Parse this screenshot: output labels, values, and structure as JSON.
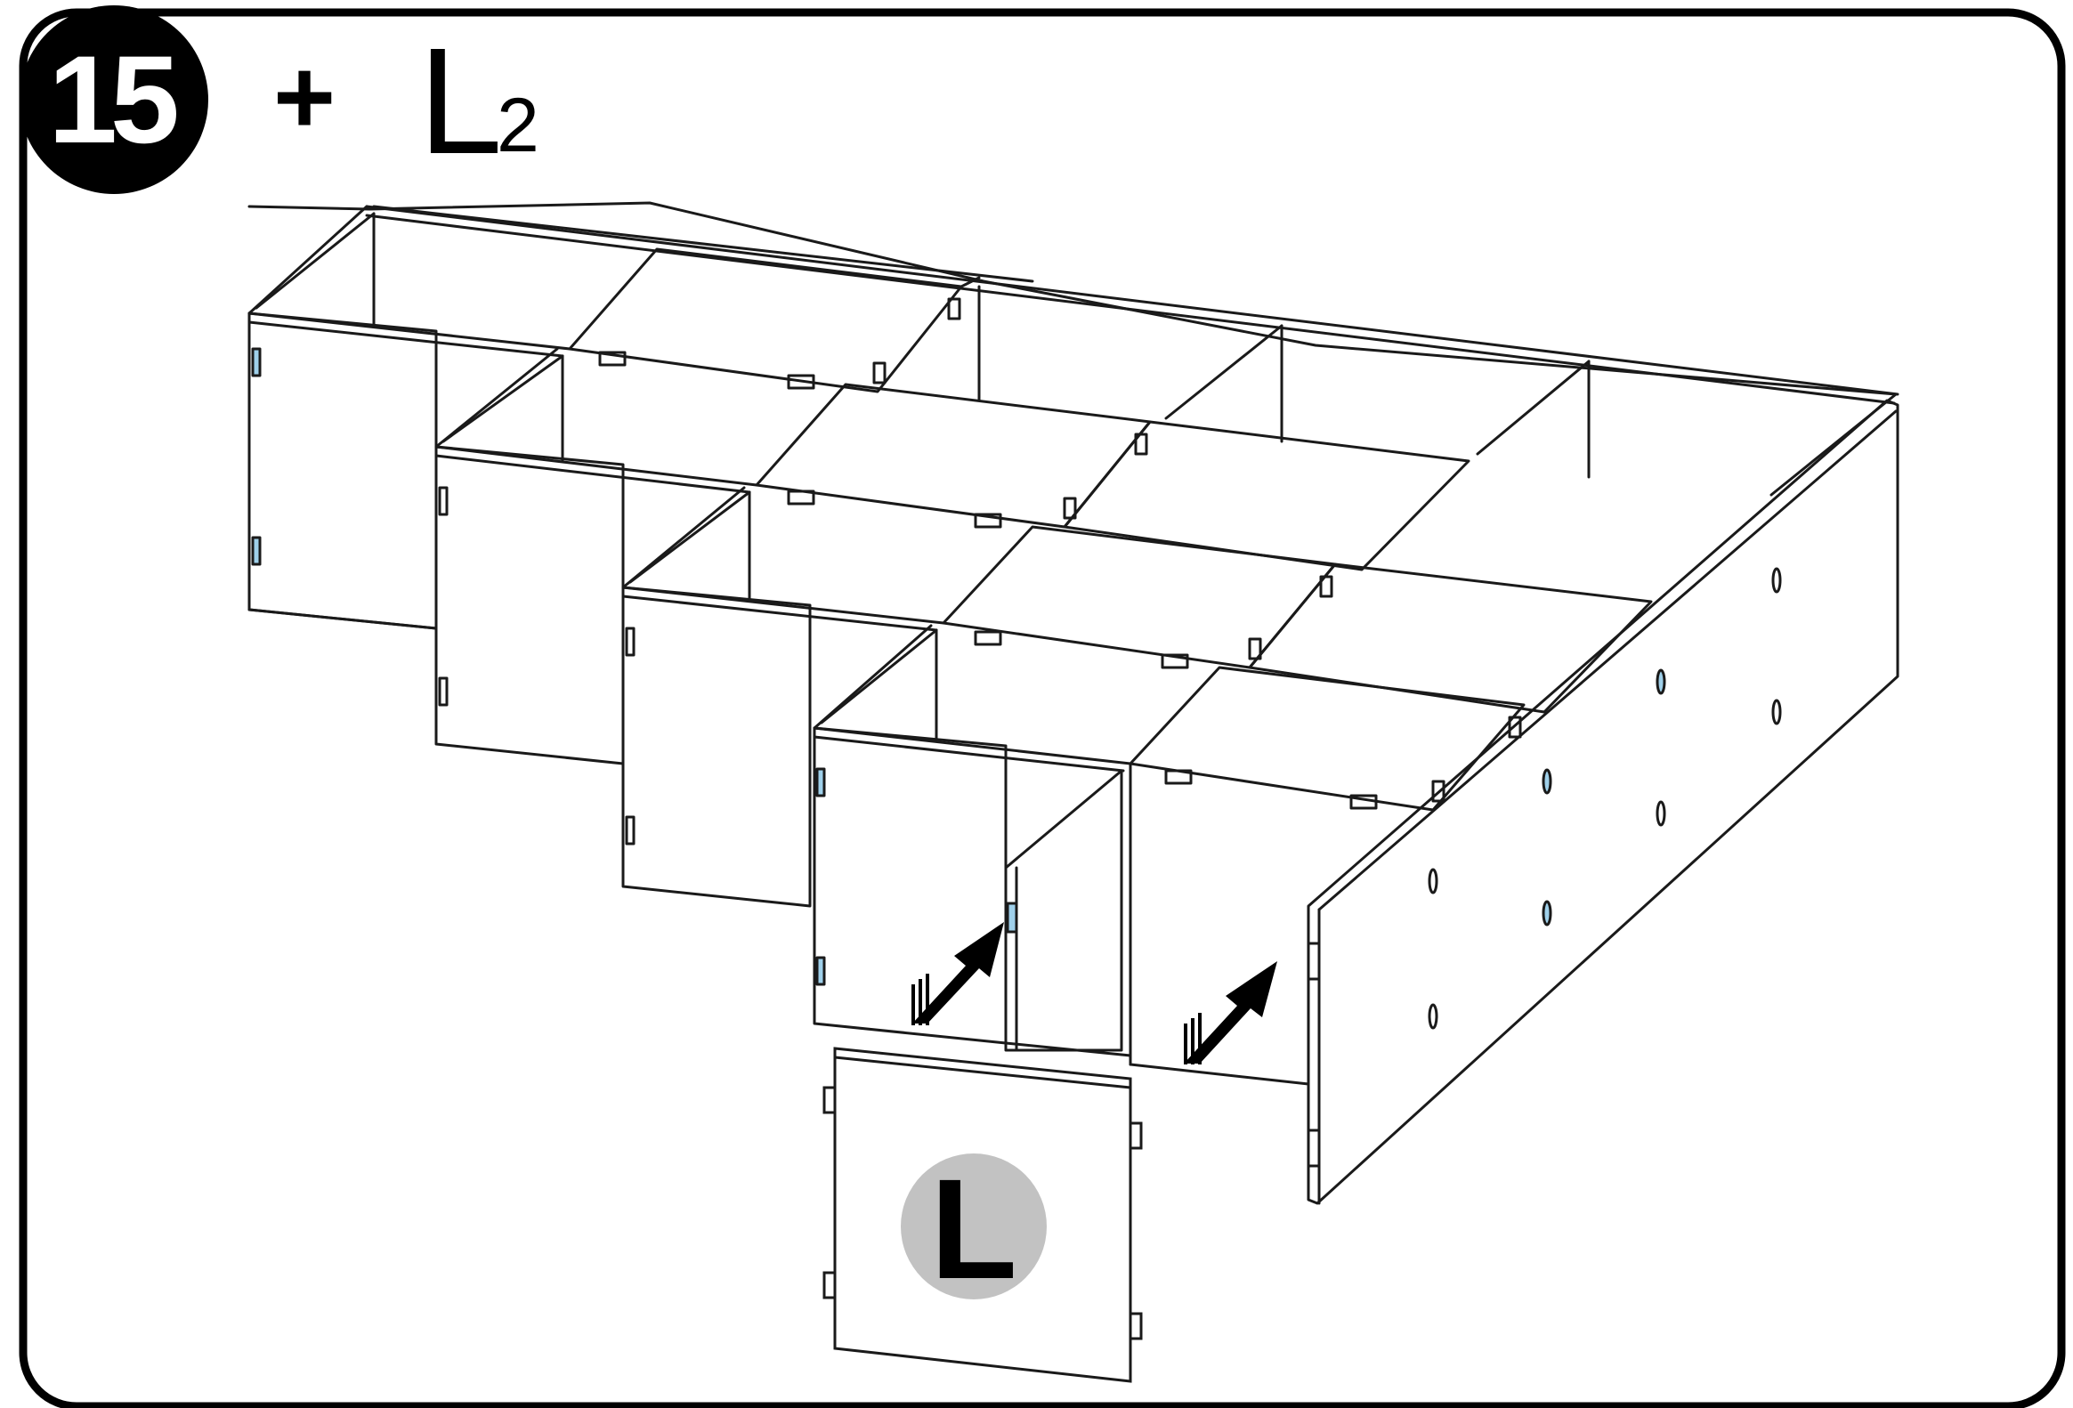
{
  "step": {
    "number": "15",
    "plus": "+",
    "part_letter": "L",
    "part_count": "2"
  },
  "part_panel": {
    "label": "L"
  },
  "colors": {
    "line": "#1a1a1a",
    "badge": "#000000",
    "badge_text": "#ffffff",
    "label_circle": "#c2c2c2",
    "slot_accent": "#9fd0ea",
    "arrow": "#000000"
  },
  "icons": [
    "insert-arrow-icon",
    "insert-arrow-icon"
  ]
}
